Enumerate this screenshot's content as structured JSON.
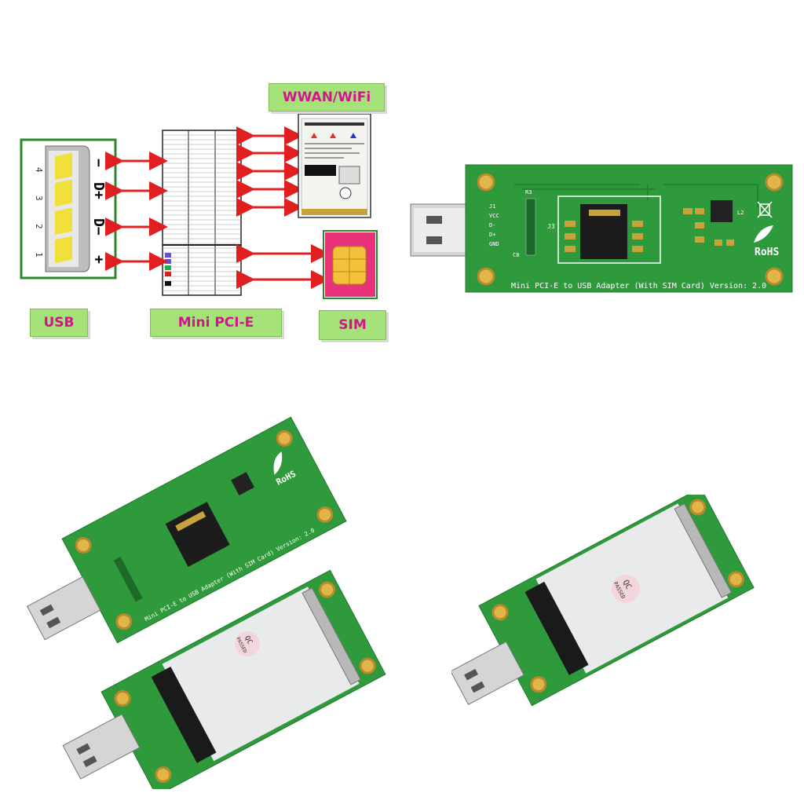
{
  "diagram": {
    "labels": {
      "usb": "USB",
      "mini_pcie": "Mini PCI-E",
      "sim": "SIM",
      "wwan": "WWAN/WiFi"
    },
    "usb_pins": [
      "4",
      "3",
      "2",
      "1"
    ],
    "usb_signals": [
      "−",
      "D+",
      "D−",
      "+"
    ],
    "colors": {
      "label_bg": "#a6e27a",
      "label_text": "#d4148c",
      "arrow": "#e02020"
    }
  },
  "board_top": {
    "title": "Mini PCI-E to USB Adapter (With SIM Card) Version: 2.0",
    "rohs": "RoHS",
    "pin_labels": [
      "VCC",
      "D-",
      "D+",
      "GND"
    ],
    "refs": {
      "j1": "J1",
      "j3": "J3",
      "r3": "R3",
      "c8": "C8",
      "l2": "L2"
    }
  },
  "board_angled": {
    "rohs": "RoHS",
    "title": "Mini PCI-E to USB Adapter (With SIM Card) Version: 2.0"
  },
  "qc_sticker": {
    "line1": "QC",
    "line2": "PASSED"
  }
}
